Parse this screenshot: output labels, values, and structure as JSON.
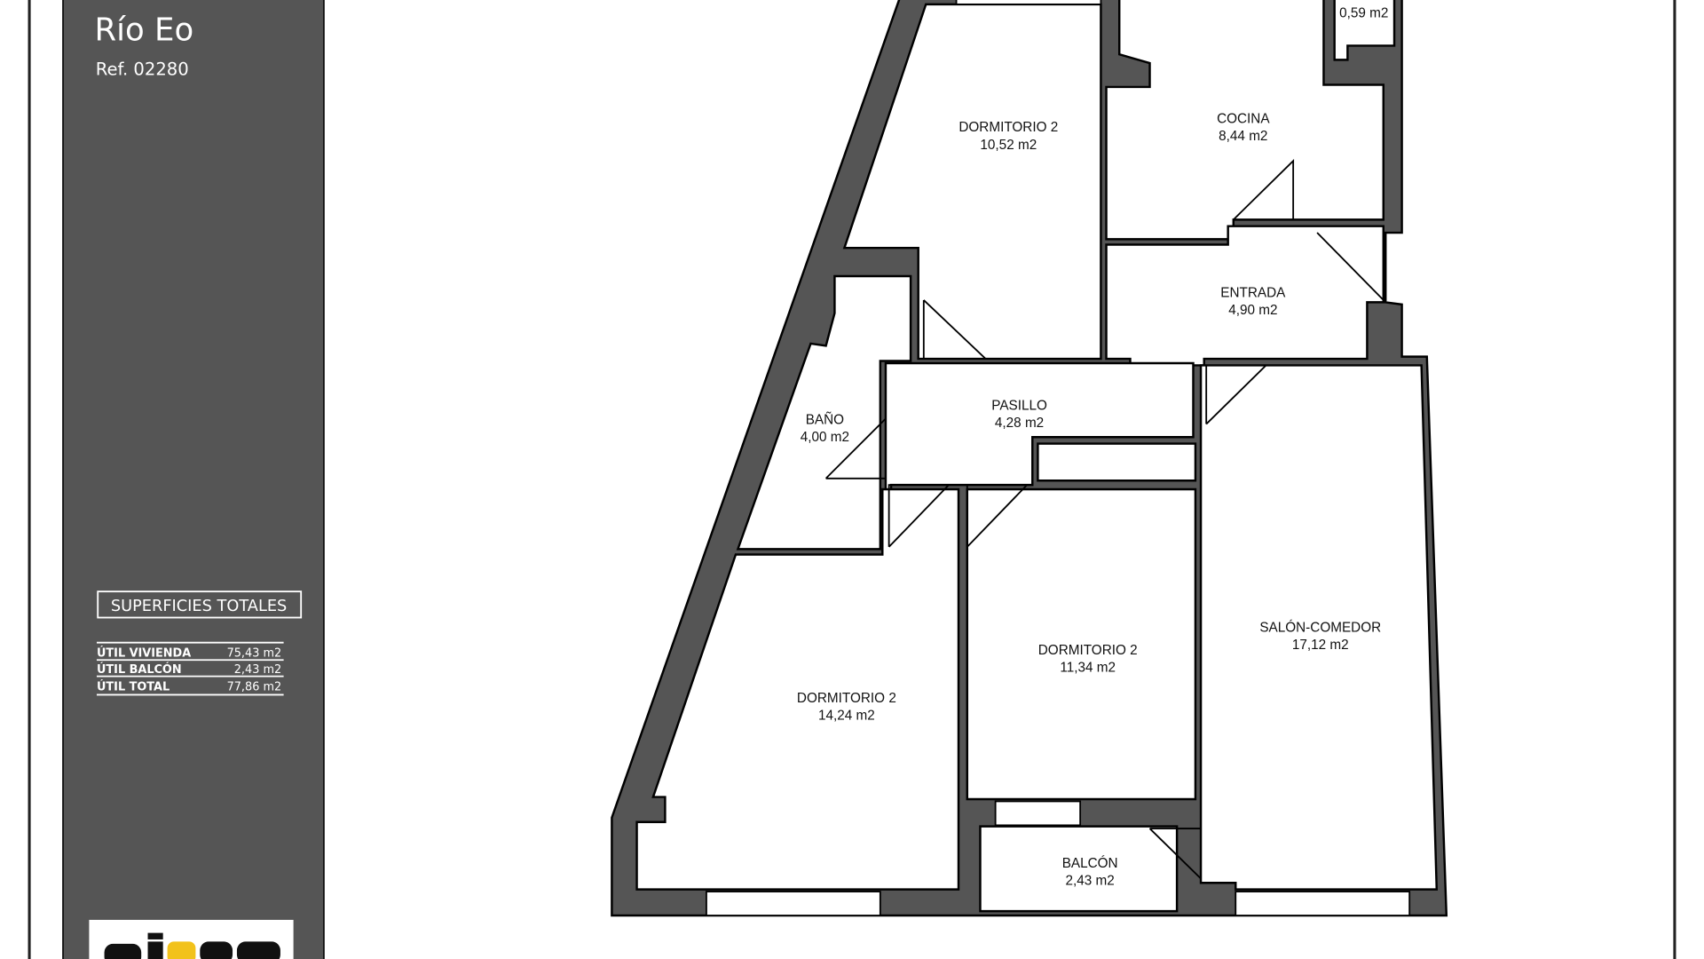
{
  "header": {
    "title": "Río Eo",
    "ref": "Ref. 02280"
  },
  "totals": {
    "heading": "SUPERFICIES TOTALES",
    "rows": [
      {
        "label": "ÚTIL VIVIENDA",
        "value": "75,43 m2"
      },
      {
        "label": "ÚTIL BALCÓN",
        "value": "2,43 m2"
      },
      {
        "label": "ÚTIL TOTAL",
        "value": "77,86 m2"
      }
    ]
  },
  "logo": {
    "text": "cinalo",
    "accent": "#f2c21b"
  },
  "rooms": {
    "closet": {
      "area": "0,59 m2"
    },
    "dorm_top": {
      "name": "DORMITORIO 2",
      "area": "10,52 m2"
    },
    "cocina": {
      "name": "COCINA",
      "area": "8,44 m2"
    },
    "entrada": {
      "name": "ENTRADA",
      "area": "4,90 m2"
    },
    "bano": {
      "name": "BAÑO",
      "area": "4,00 m2"
    },
    "pasillo": {
      "name": "PASILLO",
      "area": "4,28 m2"
    },
    "dorm_mid": {
      "name": "DORMITORIO 2",
      "area": "11,34 m2"
    },
    "salon": {
      "name": "SALÓN-COMEDOR",
      "area": "17,12 m2"
    },
    "dorm_left": {
      "name": "DORMITORIO 2",
      "area": "14,24 m2"
    },
    "balcon": {
      "name": "BALCÓN",
      "area": "2,43 m2"
    }
  },
  "colors": {
    "wall": "#555555",
    "sidebar": "#555555"
  }
}
